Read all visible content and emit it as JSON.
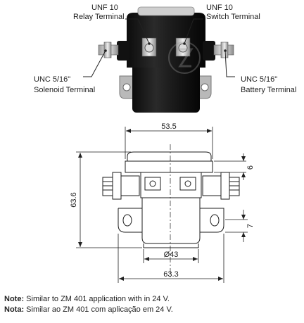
{
  "callouts": {
    "relay": {
      "thread": "UNF 10",
      "name": "Relay Terminal"
    },
    "switch": {
      "thread": "UNF 10",
      "name": "Switch Terminal"
    },
    "solenoid": {
      "thread": "UNC 5/16\"",
      "name": "Solenoid Terminal"
    },
    "battery": {
      "thread": "UNC 5/16\"",
      "name": "Battery Terminal"
    }
  },
  "dimensions": {
    "top_width": "53.5",
    "cap_height": "6",
    "overall_height": "63.6",
    "flange_offset": "7",
    "base_diameter": "Ø43",
    "overall_width": "63.3"
  },
  "notes": [
    {
      "label": "Note:",
      "text": "Similar to ZM 401 application with in 24 V."
    },
    {
      "label": "Nota:",
      "text": "Similar ao ZM 401 com aplicação em 24 V."
    }
  ]
}
